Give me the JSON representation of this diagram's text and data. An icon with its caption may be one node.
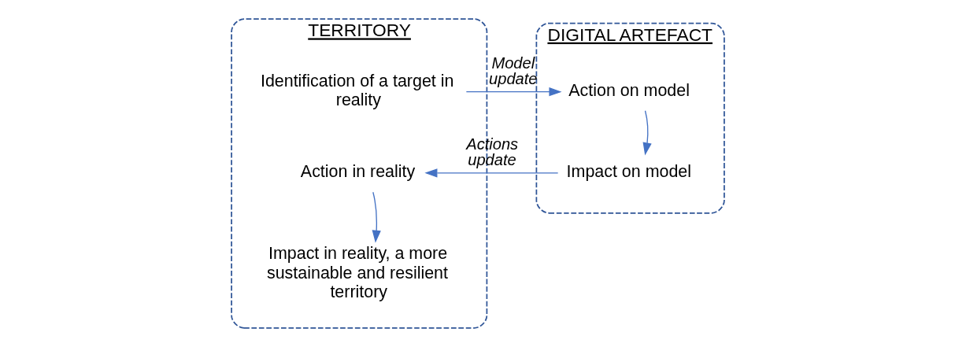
{
  "diagram": {
    "nodes": [
      {
        "text": [
          "TERRITORY"
        ]
      },
      {
        "text": [
          "Identification of a target in reality"
        ],
        "in": 0
      },
      {
        "text": [
          "Action in reality"
        ],
        "in": 0
      },
      {
        "text": [
          "Impact in reality, a more sustainable and resilient territory"
        ],
        "in": 0
      },
      {
        "text": [
          "DIGITAL ARTEFACT"
        ]
      },
      {
        "text": [
          "Action on model"
        ],
        "in": 4
      },
      {
        "text": [
          "Impact on model"
        ],
        "in": 4
      }
    ],
    "edges": [
      {
        "from": 1,
        "to": 5,
        "arrow": "to",
        "label": "Model update"
      },
      {
        "from": 6,
        "to": 2,
        "arrow": "to",
        "label": "Actions update"
      },
      {
        "from": 2,
        "to": 3,
        "arrow": "to"
      },
      {
        "from": 5,
        "to": 6,
        "arrow": "to"
      }
    ]
  }
}
